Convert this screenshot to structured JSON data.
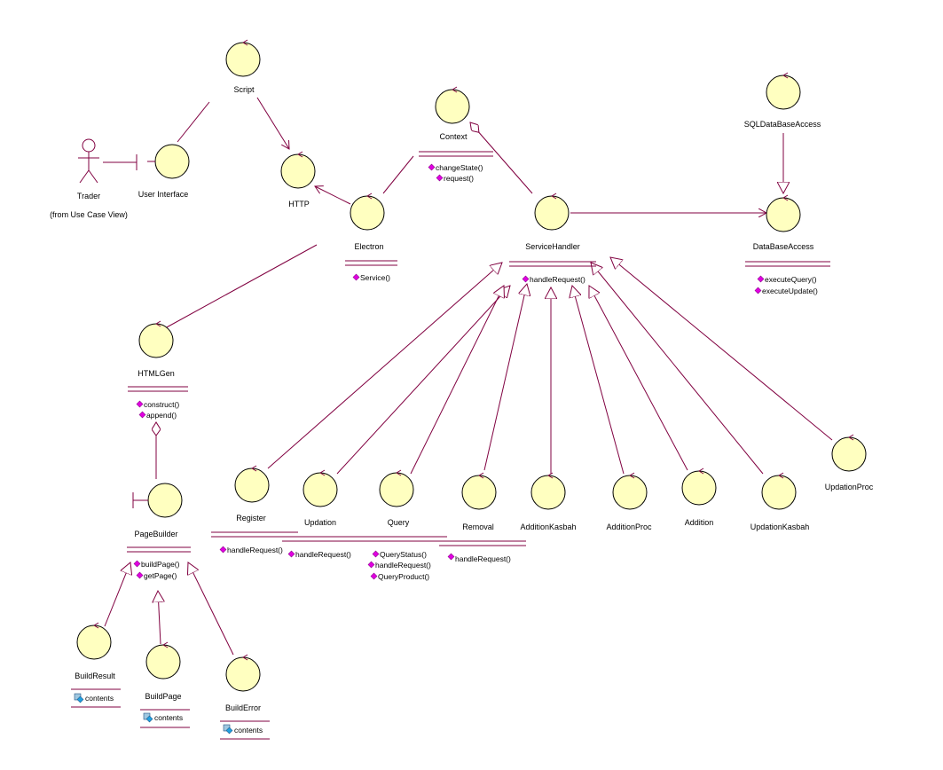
{
  "classes": {
    "script": {
      "name": "Script"
    },
    "http": {
      "name": "HTTP"
    },
    "user_interface": {
      "name": "User Interface"
    },
    "trader": {
      "name": "Trader",
      "note": "(from Use Case View)"
    },
    "context": {
      "name": "Context",
      "ops": [
        "changeState()",
        "request()"
      ]
    },
    "electron": {
      "name": "Electron",
      "ops": [
        "Service()"
      ]
    },
    "service_handler": {
      "name": "ServiceHandler",
      "ops": [
        "handleRequest()"
      ]
    },
    "sql_db_access": {
      "name": "SQLDataBaseAccess"
    },
    "db_access": {
      "name": "DataBaseAccess",
      "ops": [
        "executeQuery()",
        "executeUpdate()"
      ]
    },
    "html_gen": {
      "name": "HTMLGen",
      "ops": [
        "construct()",
        "append()"
      ]
    },
    "page_builder": {
      "name": "PageBuilder",
      "ops": [
        "buildPage()",
        "getPage()"
      ]
    },
    "register": {
      "name": "Register",
      "ops": [
        "handleRequest()"
      ]
    },
    "updation": {
      "name": "Updation",
      "ops": [
        "handleRequest()"
      ]
    },
    "query": {
      "name": "Query",
      "ops": [
        "QueryStatus()",
        "handleRequest()",
        "QueryProduct()"
      ]
    },
    "removal": {
      "name": "Removal",
      "ops": [
        "handleRequest()"
      ]
    },
    "addition_kasbah": {
      "name": "AdditionKasbah"
    },
    "addition_proc": {
      "name": "AdditionProc"
    },
    "addition": {
      "name": "Addition"
    },
    "updation_kasbah": {
      "name": "UpdationKasbah"
    },
    "updation_proc": {
      "name": "UpdationProc"
    },
    "build_result": {
      "name": "BuildResult",
      "attrs": [
        "contents"
      ]
    },
    "build_page": {
      "name": "BuildPage",
      "attrs": [
        "contents"
      ]
    },
    "build_error": {
      "name": "BuildError",
      "attrs": [
        "contents"
      ]
    }
  },
  "colors": {
    "entity_fill": "#ffffc0",
    "line": "#800040",
    "op_icon": "#e000e0",
    "attr_icon": "#20a0e0"
  }
}
